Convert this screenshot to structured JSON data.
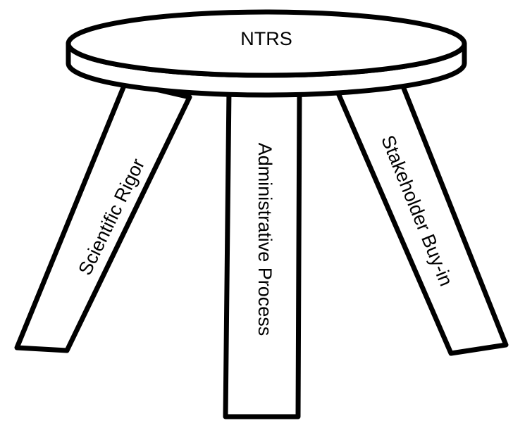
{
  "diagram": {
    "seat_label": "NTRS",
    "legs": [
      {
        "label": "Scientific Rigor"
      },
      {
        "label": "Administrative Process"
      },
      {
        "label": "Stakeholder Buy-in"
      }
    ]
  },
  "colors": {
    "outline": "#000000",
    "fill": "#ffffff",
    "text": "#000000"
  }
}
